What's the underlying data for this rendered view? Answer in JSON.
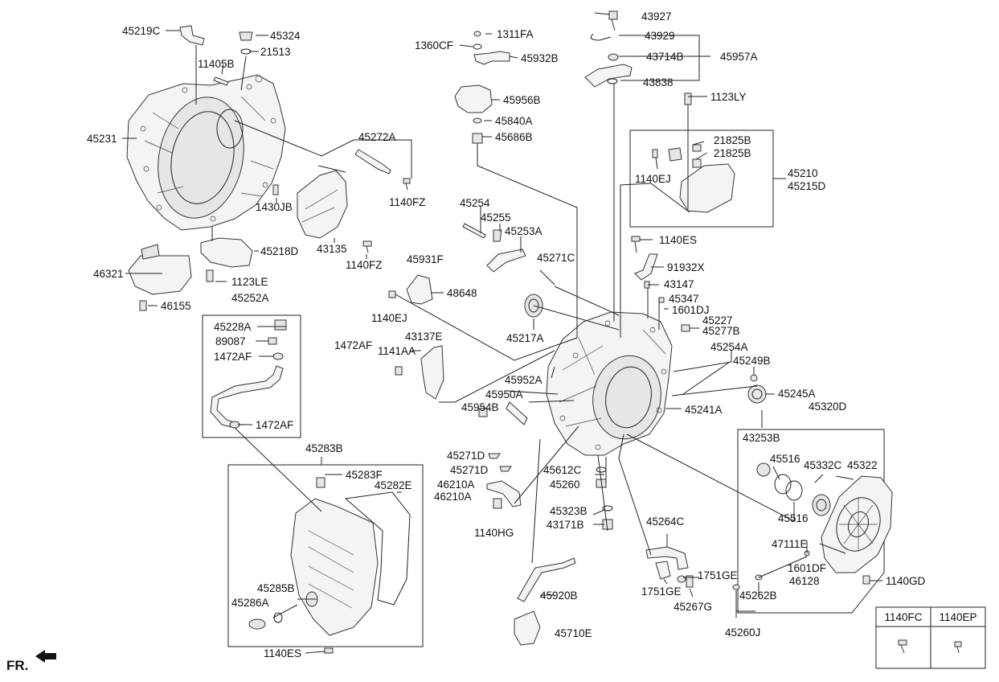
{
  "labels": {
    "p45219C": "45219C",
    "p45324": "45324",
    "p21513": "21513",
    "p11405B": "11405B",
    "p45231": "45231",
    "p45272A": "45272A",
    "p1430JB": "1430JB",
    "p1140FZ_a": "1140FZ",
    "p43135": "43135",
    "p1140FZ_b": "1140FZ",
    "p45218D": "45218D",
    "p46321": "46321",
    "p1123LE": "1123LE",
    "p46155": "46155",
    "p45252A": "45252A",
    "p45228A": "45228A",
    "p89087": "89087",
    "p1472AF_a": "1472AF",
    "p1472AF_b": "1472AF",
    "p45283B": "45283B",
    "p45283F": "45283F",
    "p45282E": "45282E",
    "p45285B": "45285B",
    "p45286A": "45286A",
    "p1140ES_b": "1140ES",
    "p1311FA": "1311FA",
    "p1360CF": "1360CF",
    "p45932B": "45932B",
    "p45956B": "45956B",
    "p45840A": "45840A",
    "p45686B": "45686B",
    "p45254": "45254",
    "p45255": "45255",
    "p45253A": "45253A",
    "p45931F": "45931F",
    "p48648": "48648",
    "p45271C": "45271C",
    "p1140EJ_b": "1140EJ",
    "p45217A": "45217A",
    "p43137E": "43137E",
    "p1472AF_c": "1472AF",
    "p1141AA": "1141AA",
    "p45952A": "45952A",
    "p45950A": "45950A",
    "p45954B": "45954B",
    "p45271D_a": "45271D",
    "p45271D_b": "45271D",
    "p46210A_a": "46210A",
    "p46210A_b": "46210A",
    "p1140HG": "1140HG",
    "p45920B": "45920B",
    "p45710E": "45710E",
    "p43927": "43927",
    "p43929": "43929",
    "p43714B": "43714B",
    "p45957A": "45957A",
    "p43838": "43838",
    "p1123LY": "1123LY",
    "p21825B_a": "21825B",
    "p21825B_b": "21825B",
    "p1140EJ_a": "1140EJ",
    "p45210": "45210",
    "p45215D": "45215D",
    "p1140ES_a": "1140ES",
    "p91932X": "91932X",
    "p43147": "43147",
    "p45347": "45347",
    "p1601DJ": "1601DJ",
    "p45227": "45227",
    "p45277B": "45277B",
    "p45254A": "45254A",
    "p45249B": "45249B",
    "p45245A": "45245A",
    "p45241A": "45241A",
    "p45612C": "45612C",
    "p45260": "45260",
    "p45323B": "45323B",
    "p43171B": "43171B",
    "p45264C": "45264C",
    "p1751GE_a": "1751GE",
    "p1751GE_b": "1751GE",
    "p45267G": "45267G",
    "p45320D": "45320D",
    "p43253B": "43253B",
    "p45516_a": "45516",
    "p45332C": "45332C",
    "p45322": "45322",
    "p45516_b": "45516",
    "p47111E": "47111E",
    "p1601DF": "1601DF",
    "p46128": "46128",
    "p1140GD": "1140GD",
    "p45262B": "45262B",
    "p45260J": "45260J"
  },
  "legend": {
    "col1": "1140FC",
    "col2": "1140EP"
  },
  "direction_marker": "FR."
}
